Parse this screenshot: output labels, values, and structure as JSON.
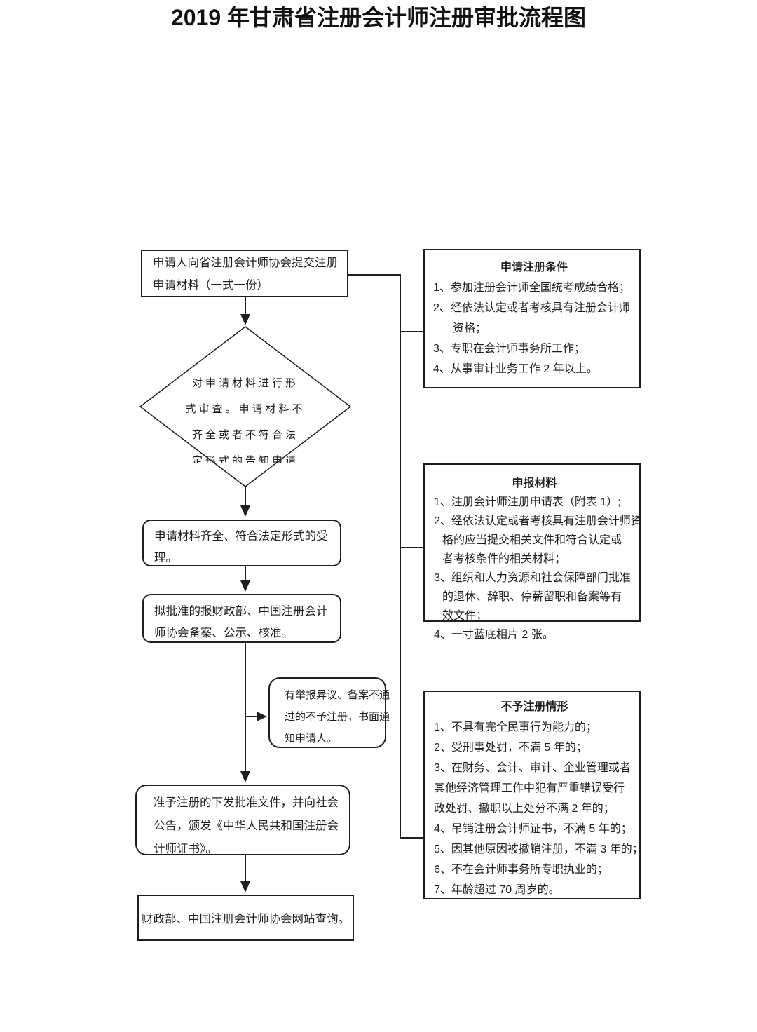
{
  "title": "2019 年甘肃省注册会计师注册审批流程图",
  "colors": {
    "line": "#1f1f1f",
    "text": "#1f1f1f",
    "background": "#ffffff"
  },
  "flow": {
    "start": {
      "lines": [
        "申请人向省注册会计师协会提交注册",
        "申请材料（一式一份）"
      ]
    },
    "form_review": {
      "lines": [
        "对申请材料进行形",
        "式审查。申请材料不",
        "齐全或者不符合法",
        "定形式的告知申请"
      ]
    },
    "acceptance": {
      "lines": [
        "申请材料齐全、符合法定形式的受",
        "理。"
      ]
    },
    "record_publicity": {
      "lines": [
        "拟批准的报财政部、中国注册会计",
        "师协会备案、公示、核准。"
      ]
    },
    "rejection_notice": {
      "lines": [
        "有举报异议、备案不通",
        "过的不予注册，书面通",
        "知申请人。"
      ]
    },
    "approval_issue": {
      "lines": [
        "准予注册的下发批准文件，并向社会",
        "公告，颁发《中华人民共和国注册会",
        "计师证书》。"
      ]
    },
    "website_query": {
      "lines": [
        "财政部、中国注册会计师协会网站查询。"
      ]
    }
  },
  "info_boxes": [
    {
      "title": "申请注册条件",
      "items": [
        [
          "1、参加注册会计师全国统考成绩合格；"
        ],
        [
          "2、经依法认定或者考核具有注册会计师",
          "资格；"
        ],
        [
          "3、专职在会计师事务所工作；"
        ],
        [
          "4、从事审计业务工作 2 年以上。"
        ]
      ]
    },
    {
      "title": "申报材料",
      "items": [
        [
          "1、注册会计师注册申请表（附表 1）;"
        ],
        [
          "2、经依法认定或者考核具有注册会计师资",
          "格的应当提交相关文件和符合认定或",
          "者考核条件的相关材料；"
        ],
        [
          "3、组织和人力资源和社会保障部门批准",
          "的退休、辞职、停薪留职和备案等有",
          "效文件；"
        ],
        [
          "4、一寸蓝底相片 2 张。"
        ]
      ]
    },
    {
      "title": "不予注册情形",
      "items": [
        [
          "1、不具有完全民事行为能力的；"
        ],
        [
          "2、受刑事处罚，不满 5 年的；"
        ],
        [
          "3、在财务、会计、审计、企业管理或者",
          "其他经济管理工作中犯有严重错误受行",
          "政处罚、撤职以上处分不满 2 年的；"
        ],
        [
          "4、吊销注册会计师证书，不满 5 年的；"
        ],
        [
          "5、因其他原因被撤销注册，不满 3 年的；"
        ],
        [
          "6、不在会计师事务所专职执业的；"
        ],
        [
          "7、年龄超过 70 周岁的。"
        ]
      ]
    }
  ]
}
